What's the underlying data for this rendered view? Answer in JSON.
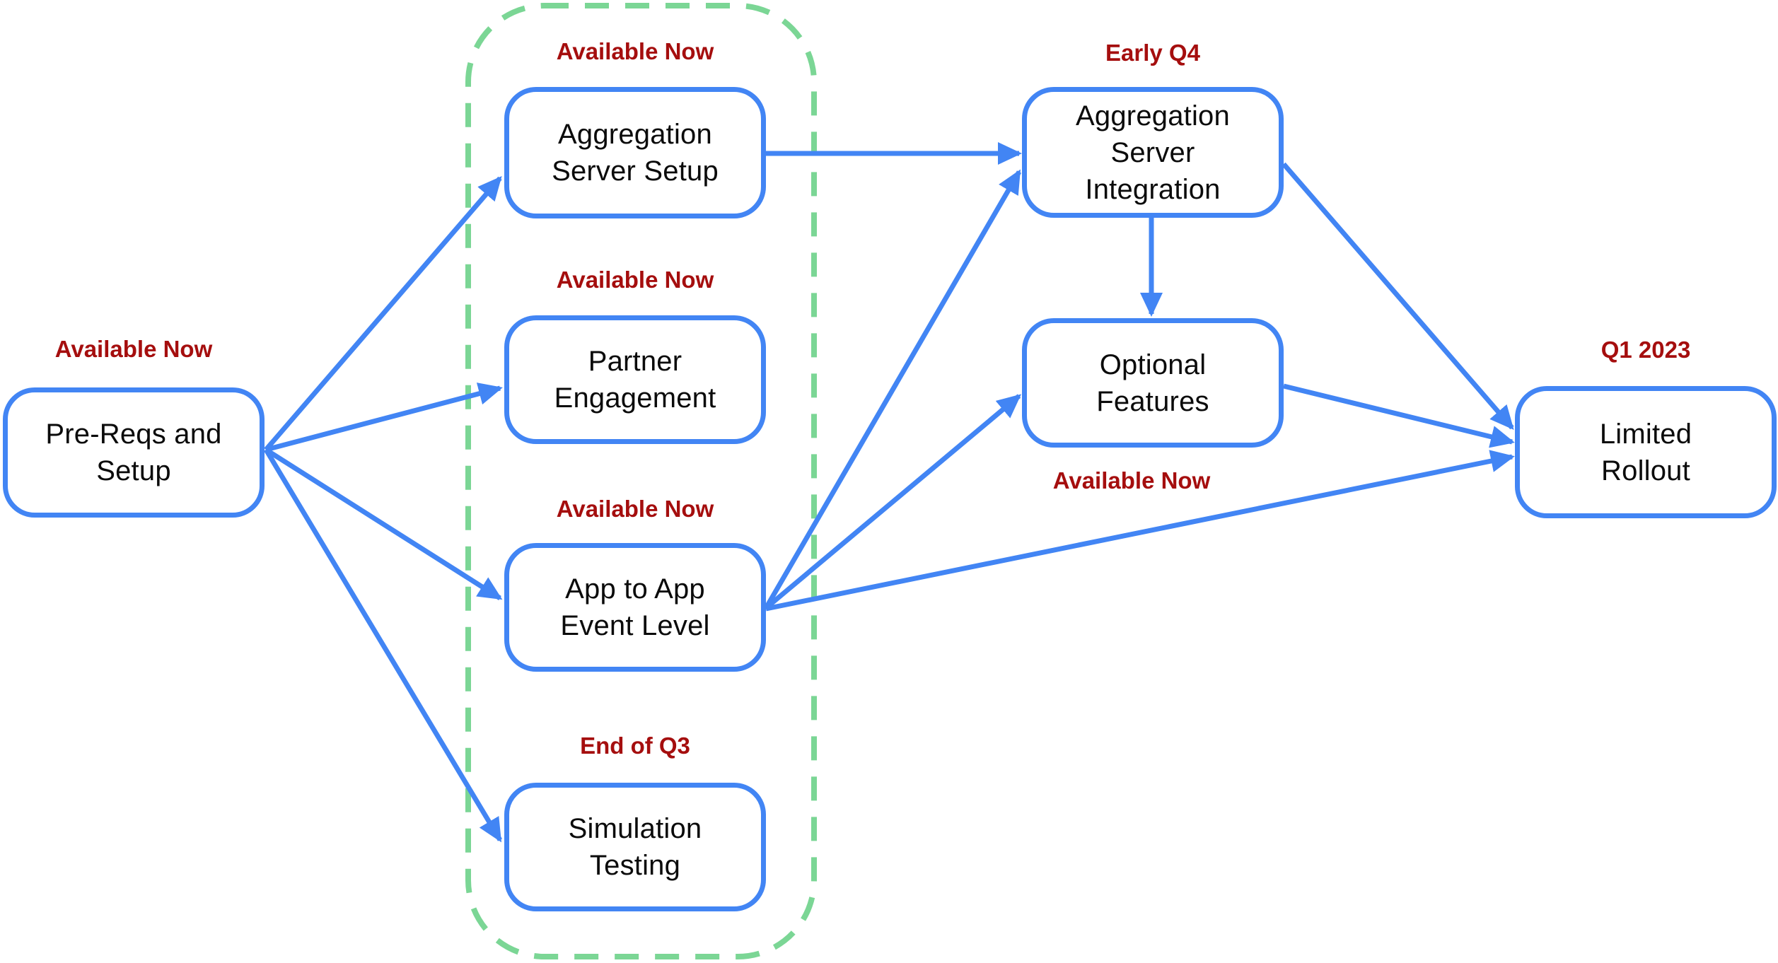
{
  "diagram": {
    "colors": {
      "node-border": "#4285f4",
      "arrow": "#4285f4",
      "group-border": "#7bd695",
      "milestone": "#a50e0e",
      "node-text": "#0b0b0b",
      "background": "#ffffff"
    },
    "nodes": [
      {
        "id": "pre-reqs-and-setup",
        "lines": [
          "Pre-Reqs and",
          "Setup"
        ],
        "milestone": "Available Now"
      },
      {
        "id": "aggregation-server-setup",
        "lines": [
          "Aggregation",
          "Server Setup"
        ],
        "milestone": "Available Now"
      },
      {
        "id": "partner-engagement",
        "lines": [
          "Partner",
          "Engagement"
        ],
        "milestone": "Available Now"
      },
      {
        "id": "app-to-app-event-level",
        "lines": [
          "App to App",
          "Event Level"
        ],
        "milestone": "Available Now"
      },
      {
        "id": "simulation-testing",
        "lines": [
          "Simulation",
          "Testing"
        ],
        "milestone": "End of Q3"
      },
      {
        "id": "aggregation-server-integration",
        "lines": [
          "Aggregation",
          "Server",
          "Integration"
        ],
        "milestone": "Early Q4"
      },
      {
        "id": "optional-features",
        "lines": [
          "Optional",
          "Features"
        ],
        "milestone": "Available Now"
      },
      {
        "id": "limited-rollout",
        "lines": [
          "Limited",
          "Rollout"
        ],
        "milestone": "Q1 2023"
      }
    ],
    "edges": [
      {
        "from": "pre-reqs-and-setup",
        "to": "aggregation-server-setup"
      },
      {
        "from": "pre-reqs-and-setup",
        "to": "partner-engagement"
      },
      {
        "from": "pre-reqs-and-setup",
        "to": "app-to-app-event-level"
      },
      {
        "from": "pre-reqs-and-setup",
        "to": "simulation-testing"
      },
      {
        "from": "aggregation-server-setup",
        "to": "aggregation-server-integration"
      },
      {
        "from": "app-to-app-event-level",
        "to": "aggregation-server-integration"
      },
      {
        "from": "app-to-app-event-level",
        "to": "optional-features"
      },
      {
        "from": "app-to-app-event-level",
        "to": "limited-rollout"
      },
      {
        "from": "aggregation-server-integration",
        "to": "optional-features"
      },
      {
        "from": "aggregation-server-integration",
        "to": "limited-rollout"
      },
      {
        "from": "optional-features",
        "to": "limited-rollout"
      }
    ]
  }
}
